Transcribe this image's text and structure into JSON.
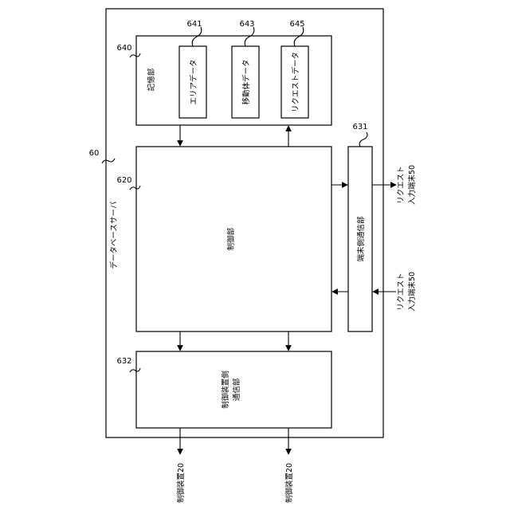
{
  "server": {
    "ref": "60",
    "label": "データベースサーバ"
  },
  "storage": {
    "ref": "640",
    "label": "記憶部",
    "items": [
      {
        "ref": "641",
        "label": "エリアデータ"
      },
      {
        "ref": "643",
        "label": "移動体データ"
      },
      {
        "ref": "645",
        "label": "リクエストデータ"
      }
    ]
  },
  "control": {
    "ref": "620",
    "label": "制御部"
  },
  "terminal_comm": {
    "ref": "631",
    "label": "端末側通信部"
  },
  "device_comm": {
    "ref": "632",
    "label_line1": "制御装置側",
    "label_line2": "通信部"
  },
  "external": {
    "terminal_top": {
      "line1": "リクエスト",
      "line2": "入力端末50"
    },
    "terminal_bottom": {
      "line1": "リクエスト",
      "line2": "入力端末50"
    },
    "device_left": "制御装置20",
    "device_right": "制御装置20"
  }
}
